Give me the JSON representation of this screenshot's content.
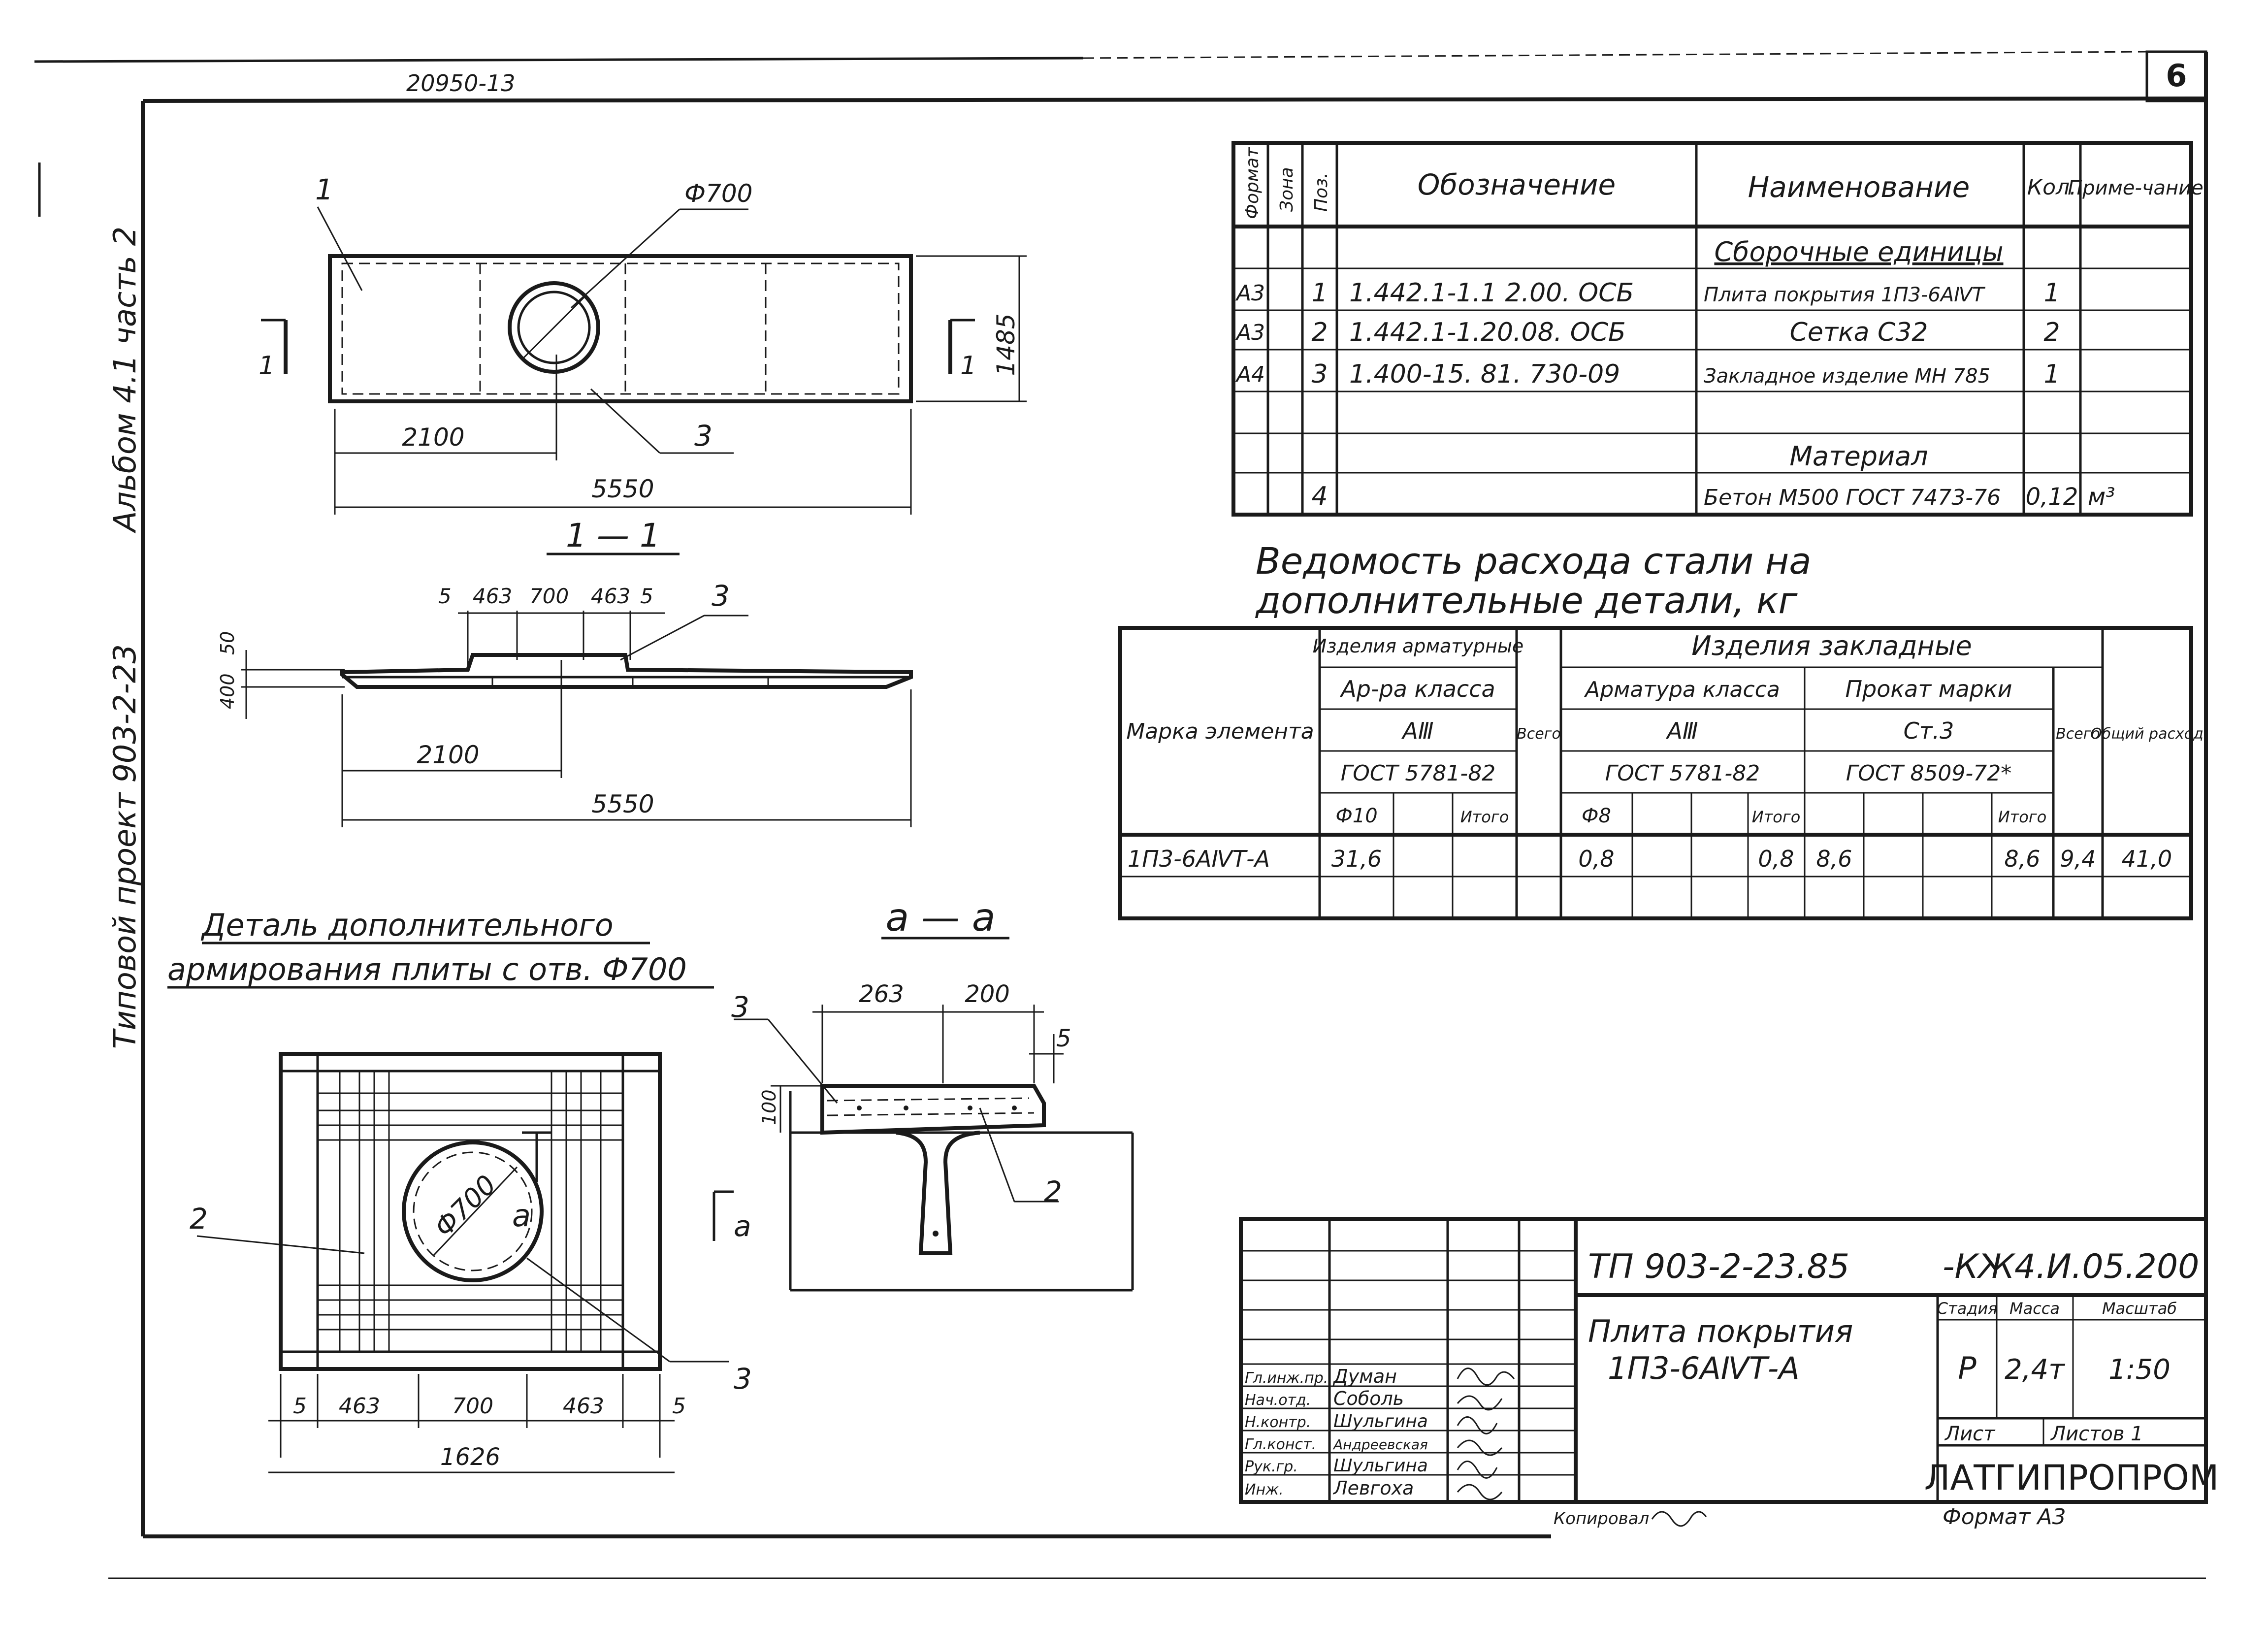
{
  "sheet": {
    "doc_number": "20950-13",
    "page_number": "6",
    "side_text_1": "Альбом 4.1 часть 2",
    "side_text_2": "Типовой проект 903-2-23",
    "copied_by": "Копировал",
    "format": "Формат А3"
  },
  "spec_table": {
    "headers": {
      "format": "Формат",
      "zone": "Зона",
      "pos": "Поз.",
      "designation": "Обозначение",
      "name": "Наименование",
      "qty": "Кол.",
      "note": "Приме-чание"
    },
    "section_assembly": "Сборочные единицы",
    "section_material": "Материал",
    "rows": [
      {
        "format": "А3",
        "pos": "1",
        "designation": "1.442.1-1.1 2.00. ОСБ",
        "name": "Плита покрытия 1П3-6АⅣТ",
        "qty": "1",
        "note": ""
      },
      {
        "format": "А3",
        "pos": "2",
        "designation": "1.442.1-1.20.08. ОСБ",
        "name": "Сетка С32",
        "qty": "2",
        "note": ""
      },
      {
        "format": "А4",
        "pos": "3",
        "designation": "1.400-15. 81. 730-09",
        "name": "Закладное изделие МН 785",
        "qty": "1",
        "note": ""
      },
      {
        "format": "",
        "pos": "4",
        "designation": "",
        "name": "Бетон М500 ГОСТ 7473-76",
        "qty": "0,12",
        "note": "м³"
      }
    ]
  },
  "steel_title_1": "Ведомость расхода стали на",
  "steel_title_2": "дополнительные детали, кг",
  "steel_table": {
    "h_element": "Марка элемента",
    "h_arm_products": "Изделия арматурные",
    "h_embedded": "Изделия закладные",
    "h_arm_class": "Ар-ра класса",
    "h_arm_class2": "Арматура класса",
    "h_rolled": "Прокат марки",
    "h_class_a3": "АⅢ",
    "h_class_a3b": "АⅢ",
    "h_st3": "Ст.3",
    "h_gost1": "ГОСТ 5781-82",
    "h_gost2": "ГОСТ 5781-82",
    "h_gost3": "ГОСТ 8509-72*",
    "h_total1": "Всего",
    "h_total2": "Всего",
    "h_general": "Общий расход",
    "h_d10": "Ф10",
    "h_itogo1": "Итого",
    "h_d8": "Ф8",
    "h_itogo2": "Итого",
    "h_itogo3": "Итого",
    "row": {
      "element": "1П3-6АⅣТ-А",
      "d10": "31,6",
      "d8": "0,8",
      "itogo2": "0,8",
      "rolled": "8,6",
      "itogo3": "8,6",
      "total2": "9,4",
      "general": "41,0"
    }
  },
  "plan_view": {
    "dim_phi": "Ф700",
    "dim_width": "1485",
    "dim_2100": "2100",
    "dim_5550": "5550",
    "label_1": "1",
    "label_3": "3",
    "cut_left": "1",
    "cut_right": "1"
  },
  "section_11": {
    "title": "1 — 1",
    "dims_top": [
      "5",
      "463",
      "700",
      "463",
      "5"
    ],
    "dim_height": "400",
    "dim_50": "50",
    "dim_2100": "2100",
    "dim_5550": "5550",
    "label_3": "3"
  },
  "detail": {
    "title_1": "Деталь дополнительного",
    "title_2": "армирования плиты с отв. Ф700",
    "label_phi": "Ф700",
    "label_a": "а",
    "label_2": "2",
    "label_3": "3",
    "dims_bottom": [
      "5",
      "463",
      "700",
      "463",
      "5"
    ],
    "dim_total": "1626"
  },
  "section_aa": {
    "title": "а — а",
    "dim_263": "263",
    "dim_200": "200",
    "dim_5": "5",
    "dim_100": "100",
    "label_3": "3",
    "label_2": "2"
  },
  "title_block": {
    "project_code": "ТП 903-2-23.85",
    "doc_code": "-КЖ4.И.05.200",
    "description_1": "Плита покрытия",
    "description_2": "1П3-6АⅣТ-А",
    "h_stage": "Стадия",
    "h_mass": "Масса",
    "h_scale": "Масштаб",
    "stage": "Р",
    "mass": "2,4т",
    "scale": "1:50",
    "sheet_label": "Лист",
    "sheets_label": "Листов 1",
    "organization": "ЛАТГИПРОПРОМ",
    "roles": [
      "Гл.инж.пр.",
      "Нач.отд.",
      "Н.контр.",
      "Гл.конст.",
      "Рук.гр.",
      "Инж."
    ],
    "names": [
      "Думан",
      "Соболь",
      "Шульгина",
      "Андреевская",
      "Шульгина",
      "Левгоха"
    ]
  }
}
